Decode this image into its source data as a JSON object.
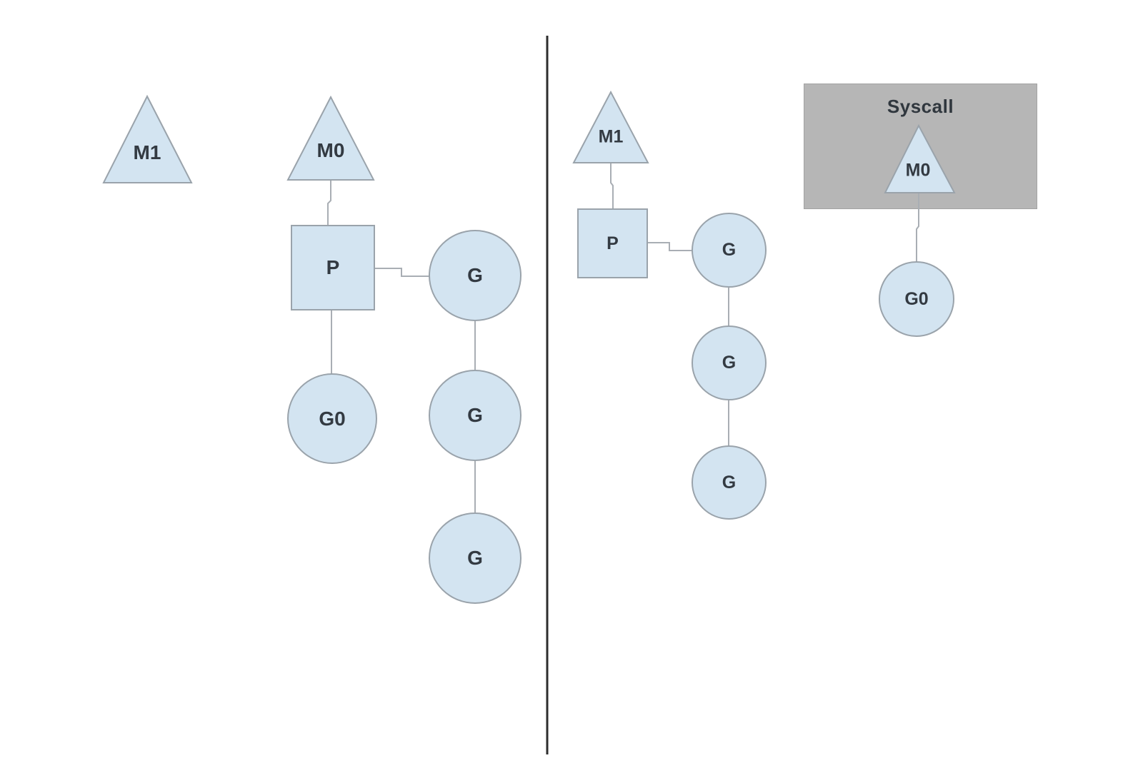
{
  "left_panel": {
    "m1": "M1",
    "m0": "M0",
    "p": "P",
    "g0": "G0",
    "g_running": "G",
    "g_queued_1": "G",
    "g_queued_2": "G"
  },
  "right_panel": {
    "m1": "M1",
    "p": "P",
    "g_running": "G",
    "g_queued_1": "G",
    "g_queued_2": "G",
    "syscall_box": {
      "label": "Syscall",
      "m0": "M0",
      "g0": "G0"
    }
  },
  "colors": {
    "shape_fill": "#d3e4f1",
    "shape_border": "#9aa3ab",
    "syscall_box_fill": "#b6b6b6",
    "syscall_box_border": "#a3a3a3",
    "connector": "#a9aeb4",
    "divider": "#2d2d2d",
    "text": "#333a42",
    "background": "#ffffff"
  }
}
